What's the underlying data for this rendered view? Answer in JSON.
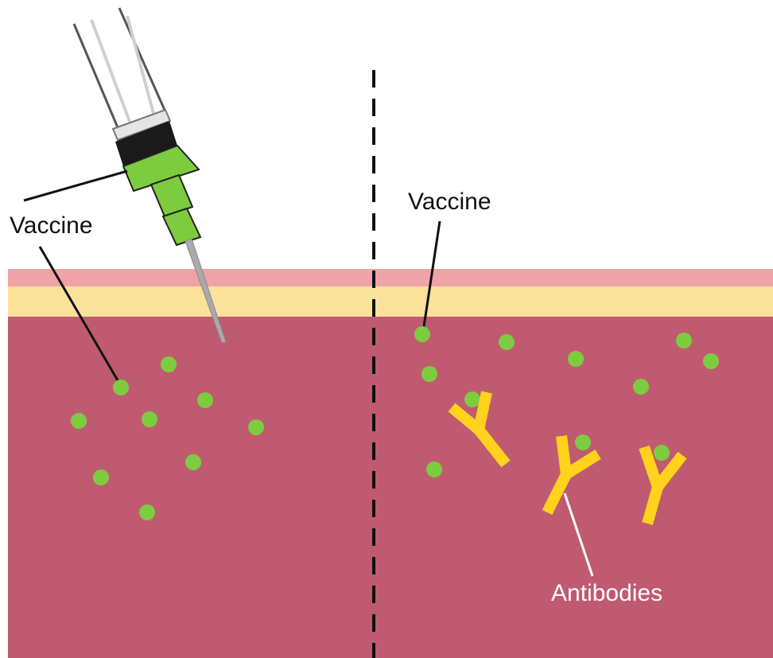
{
  "labels": {
    "vaccine_left": "Vaccine",
    "vaccine_right": "Vaccine",
    "antibodies": "Antibodies"
  },
  "colors": {
    "epidermis": "#f0a3a6",
    "fat_layer": "#fbe29b",
    "tissue": "#c05a70",
    "vaccine_dot": "#7dcc3f",
    "antibody": "#ffd31c",
    "syringe_green": "#7dcc3f",
    "syringe_dark": "#1a1a1a",
    "needle": "#aaaaaa",
    "divider": "#111111",
    "antibody_label": "#ffffff",
    "vaccine_label": "#111111"
  },
  "icons": [
    "syringe-icon",
    "antibody-icon",
    "vaccine-particle-icon"
  ]
}
